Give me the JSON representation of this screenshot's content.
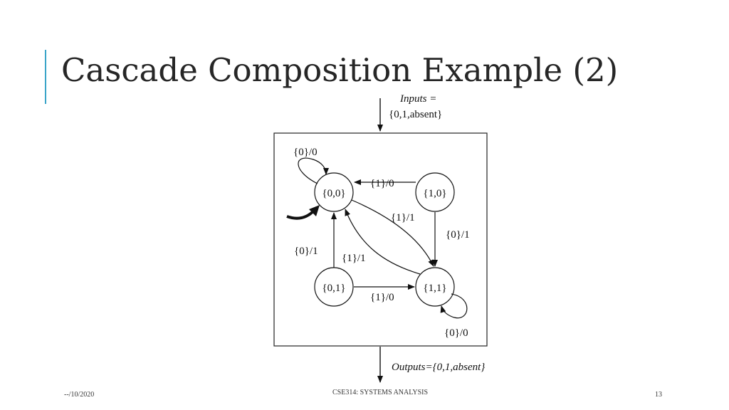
{
  "slide": {
    "title": "Cascade Composition Example (2)",
    "footer_date": "--/10/2020",
    "footer_course": "CSE314: SYSTEMS ANALYSIS",
    "page_number": "13",
    "accent_color": "#3aa4c8"
  },
  "diagram": {
    "inputs_label": "Inputs =",
    "inputs_set": "{0,1,absent}",
    "outputs_label": "Outputs={0,1,absent}",
    "states": [
      "{0,0}",
      "{1,0}",
      "{0,1}",
      "{1,1}"
    ],
    "transitions": [
      {
        "from": "{0,0}",
        "to": "{0,0}",
        "label": "{0}/0"
      },
      {
        "from": "{1,0}",
        "to": "{0,0}",
        "label": "{1}/0"
      },
      {
        "from": "{0,0}",
        "to": "{1,1}",
        "label": "{1}/1"
      },
      {
        "from": "{1,0}",
        "to": "{1,1}",
        "label": "{0}/1"
      },
      {
        "from": "{0,1}",
        "to": "{0,0}",
        "label": "{0}/1"
      },
      {
        "from": "{1,1}",
        "to": "{0,0}",
        "label": "{1}/1"
      },
      {
        "from": "{0,1}",
        "to": "{1,1}",
        "label": "{1}/0"
      },
      {
        "from": "{1,1}",
        "to": "{1,1}",
        "label": "{0}/0"
      }
    ],
    "initial_state": "{0,0}"
  }
}
